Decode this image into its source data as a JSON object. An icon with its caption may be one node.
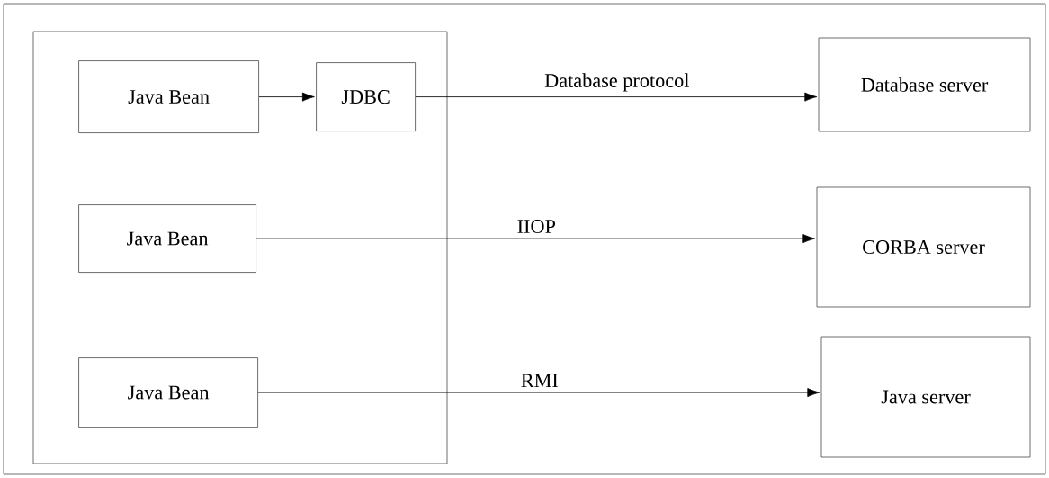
{
  "diagram": {
    "nodes": [
      {
        "text": [],
        "shape": "box"
      },
      {
        "text": [
          "Java Bean"
        ],
        "in": 0
      },
      {
        "text": [
          "JDBC"
        ],
        "in": 0
      },
      {
        "text": [
          "Java Bean"
        ],
        "in": 0
      },
      {
        "text": [
          "Java Bean"
        ],
        "in": 0
      },
      {
        "text": [
          "Database server"
        ]
      },
      {
        "text": [
          "CORBA server"
        ]
      },
      {
        "text": [
          "Java server"
        ]
      }
    ],
    "edges": [
      {
        "from": 1,
        "to": 2,
        "arrow": "to"
      },
      {
        "from": 2,
        "to": 5,
        "arrow": "to",
        "label": "Database protocol"
      },
      {
        "from": 3,
        "to": 6,
        "arrow": "to",
        "label": "IIOP"
      },
      {
        "from": 4,
        "to": 7,
        "arrow": "to",
        "label": "RMI"
      }
    ]
  }
}
